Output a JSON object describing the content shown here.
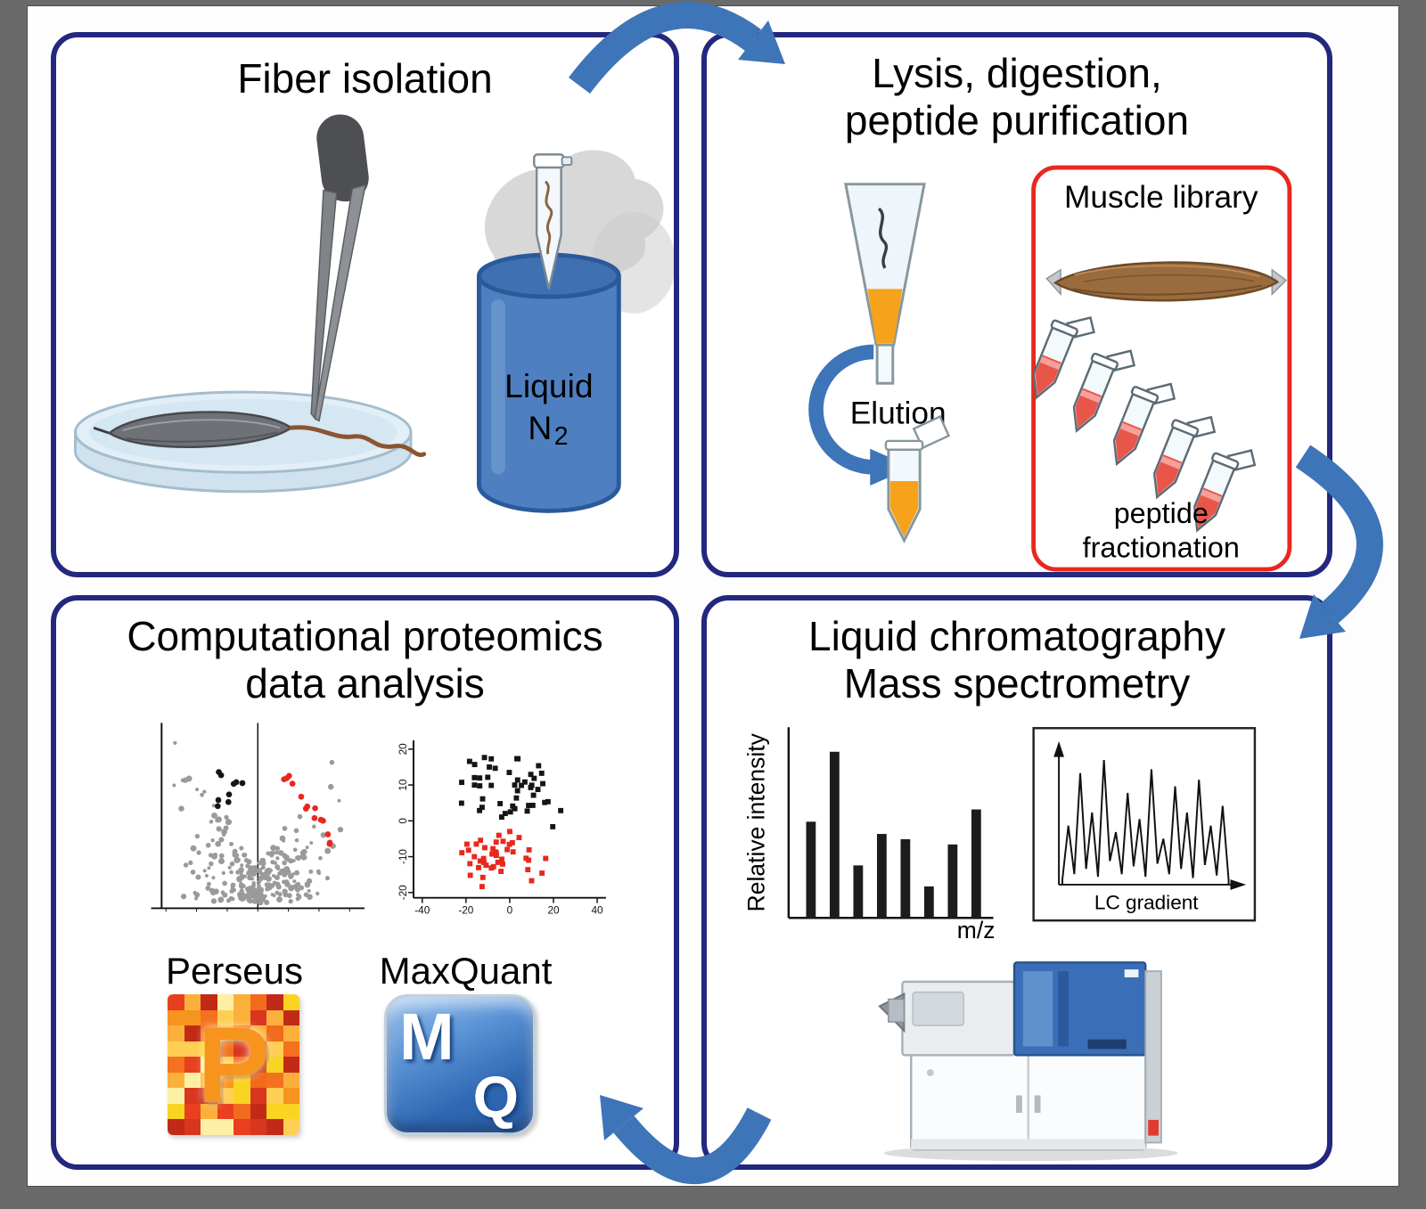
{
  "panels": {
    "fiber_isolation": {
      "title": "Fiber isolation",
      "dewar_label_line1": "Liquid",
      "dewar_label_n": "N",
      "dewar_label_subscript": "2"
    },
    "lysis_digestion": {
      "title_line1": "Lysis, digestion,",
      "title_line2": "peptide purification",
      "elution_label": "Elution",
      "muscle_library_label": "Muscle library",
      "fractionation_label_line1": "peptide",
      "fractionation_label_line2": "fractionation"
    },
    "computational": {
      "title_line1": "Computational proteomics",
      "title_line2": "data analysis",
      "perseus_label": "Perseus",
      "maxquant_label": "MaxQuant",
      "perseus_logo_letter": "P",
      "maxquant_logo_letter_m": "M",
      "maxquant_logo_letter_q": "Q"
    },
    "lc_ms": {
      "title_line1": "Liquid chromatography",
      "title_line2": "Mass spectrometry"
    }
  },
  "colors": {
    "canvas_gray": "#6a6a6a",
    "panel_border_navy": "#23277d",
    "flow_arrow_blue": "#3e74b8",
    "library_box_red": "#e8281e",
    "dewar_blue": "#4e80c1",
    "sample_orange": "#f6a21a",
    "fraction_red": "#e8564a",
    "maxquant_blue": "#2f67b2",
    "perseus_orange": "#f7941d",
    "perseus_palette": [
      "#e8401f",
      "#f26a1b",
      "#f7941d",
      "#fbb03b",
      "#f9d423",
      "#fdf0a4",
      "#d93620",
      "#f4711f",
      "#ffce54",
      "#c22a18"
    ]
  },
  "chart_data": [
    {
      "type": "bar",
      "name": "mass-spectrum",
      "values": [
        0.55,
        0.95,
        0.3,
        0.48,
        0.45,
        0.18,
        0.42,
        0.62
      ],
      "xlabel": "m/z",
      "ylabel": "Relative intensity",
      "ylim": [
        0,
        1
      ]
    },
    {
      "type": "line",
      "name": "lc-gradient",
      "label": "LC gradient",
      "peaks": [
        0.04,
        0.45,
        0.08,
        0.85,
        0.12,
        0.55,
        0.06,
        0.95,
        0.18,
        0.4,
        0.08,
        0.7,
        0.14,
        0.5,
        0.06,
        0.88,
        0.16,
        0.35,
        0.08,
        0.75,
        0.12,
        0.55,
        0.05,
        0.8,
        0.15,
        0.45,
        0.07,
        0.6,
        0.04
      ]
    },
    {
      "type": "scatter",
      "name": "volcano-plot",
      "series": [
        {
          "name": "background",
          "color": "#9a9a9a",
          "count": 270
        },
        {
          "name": "highlighted-black",
          "color": "#151515",
          "count": 9
        },
        {
          "name": "highlighted-red",
          "color": "#e8281e",
          "count": 14
        }
      ]
    },
    {
      "type": "scatter",
      "name": "group-scatter",
      "x_ticks": [
        "-40",
        "-20",
        "0",
        "20",
        "40"
      ],
      "y_ticks": [
        "20",
        "10",
        "0",
        "-10",
        "-20"
      ],
      "series": [
        {
          "name": "group-black",
          "color": "#151515",
          "count": 48
        },
        {
          "name": "group-red",
          "color": "#e8281e",
          "count": 44
        }
      ]
    }
  ]
}
